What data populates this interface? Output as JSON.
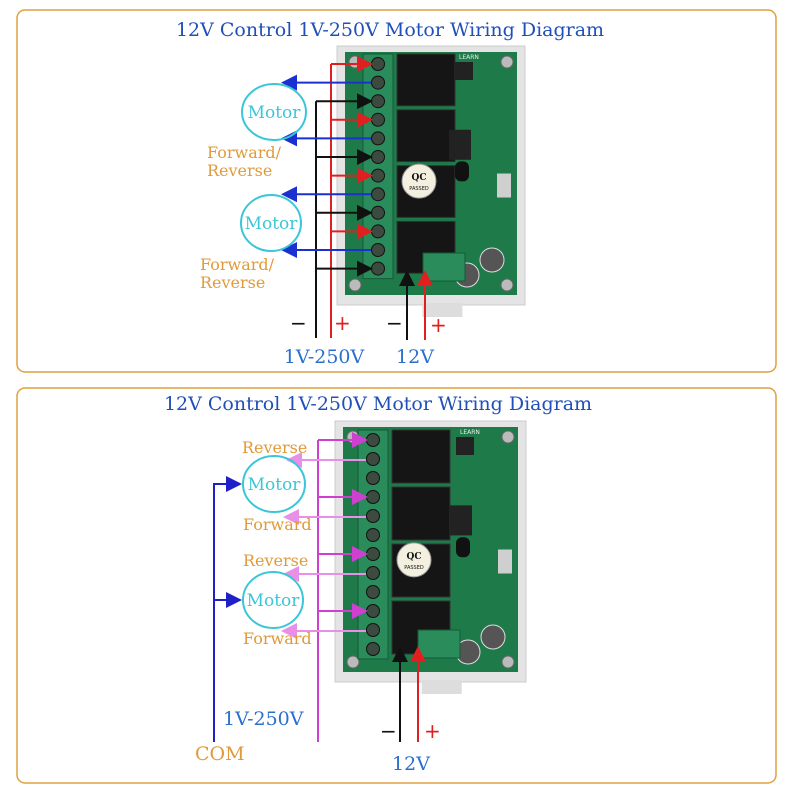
{
  "panels": [
    {
      "title": "12V Control 1V-250V Motor Wiring Diagram",
      "motor_label": "Motor",
      "direction_labels": [
        "Forward/",
        "Reverse",
        "Forward/",
        "Reverse"
      ],
      "minus": "−",
      "plus": "+",
      "load_supply": "1V-250V",
      "control_supply": "12V",
      "board": {
        "learn": "LEARN",
        "qc": "QC",
        "passed": "PASSED"
      }
    },
    {
      "title": "12V Control 1V-250V Motor Wiring Diagram",
      "motor_label": "Motor",
      "direction_labels": [
        "Reverse",
        "Forward",
        "Reverse",
        "Forward"
      ],
      "minus": "−",
      "plus": "+",
      "load_supply": "1V-250V",
      "control_supply": "12V",
      "common": "COM",
      "board": {
        "learn": "LEARN",
        "qc": "QC",
        "passed": "PASSED"
      }
    }
  ],
  "colors": {
    "panel_border": "#e0a040",
    "wire_positive": "#e02020",
    "wire_negative": "#111111",
    "wire_motor_top": "#1a30d0",
    "wire_load_bottom": "#d040d0",
    "wire_motor_bottom": "#e890e8",
    "wire_com": "#2020c8"
  }
}
